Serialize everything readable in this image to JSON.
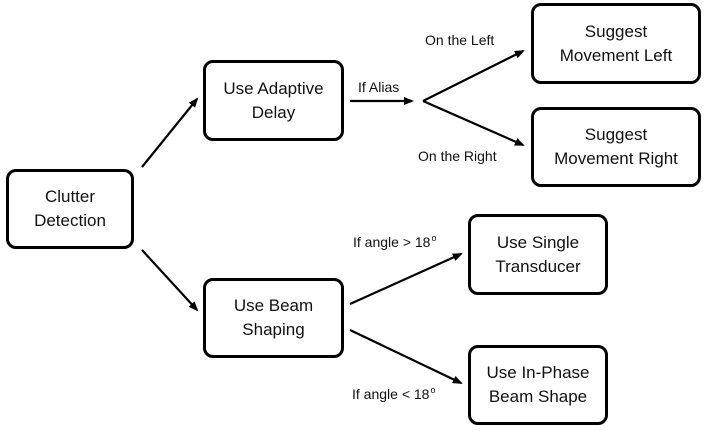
{
  "nodes": {
    "clutter_detection": "Clutter\nDetection",
    "adaptive_delay": "Use Adaptive\nDelay",
    "beam_shaping": "Use Beam\nShaping",
    "movement_left": "Suggest\nMovement Left",
    "movement_right": "Suggest\nMovement Right",
    "single_transducer": "Use Single\nTransducer",
    "in_phase_beam": "Use In-Phase\nBeam Shape"
  },
  "edge_labels": {
    "if_alias": "If Alias",
    "on_the_left": "On the Left",
    "on_the_right": "On the Right",
    "angle_greater": "If angle > 18",
    "angle_less": "If angle < 18",
    "degree_mark": "o"
  }
}
